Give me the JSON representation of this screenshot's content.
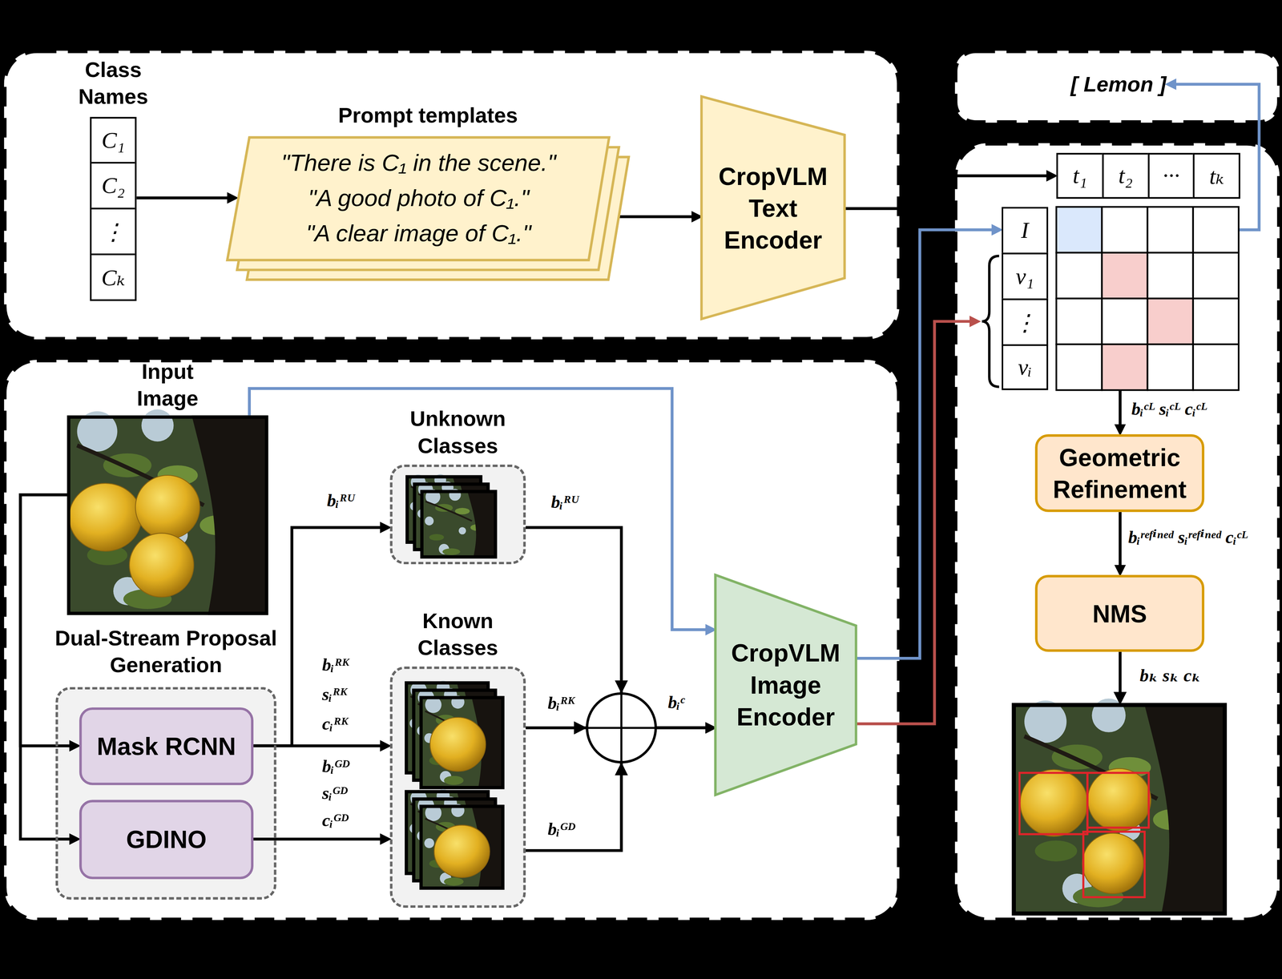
{
  "diagram": {
    "nodes": [
      {
        "text": [
          "Class Names"
        ]
      },
      {
        "text": [
          "C₁"
        ],
        "in": 0
      },
      {
        "text": [
          "C₂"
        ],
        "in": 0
      },
      {
        "text": [
          "⋮"
        ],
        "in": 0
      },
      {
        "text": [
          "Cₖ"
        ],
        "in": 0
      },
      {
        "text": [
          "Prompt templates",
          "\"There is C₁ in the scene.\"",
          "\"A good photo of C₁.\"",
          "\"A clear image of C₁.\""
        ]
      },
      {
        "text": [
          "CropVLM Text Encoder"
        ]
      },
      {
        "text": [
          "[ Lemon ]"
        ]
      },
      {
        "text": [
          "t₁"
        ]
      },
      {
        "text": [
          "t₂"
        ]
      },
      {
        "text": [
          "···"
        ]
      },
      {
        "text": [
          "tₖ"
        ]
      },
      {
        "text": [
          "I"
        ]
      },
      {
        "text": [
          "v₁"
        ]
      },
      {
        "text": [
          "⋮"
        ]
      },
      {
        "text": [
          "vᵢ"
        ]
      },
      {
        "text": [
          "Geometric Refinement"
        ]
      },
      {
        "text": [
          "NMS"
        ]
      },
      {
        "text": [
          "Input Image"
        ]
      },
      {
        "text": [
          "Dual-Stream Proposal Generation"
        ]
      },
      {
        "text": [
          "Mask RCNN"
        ],
        "in": 19
      },
      {
        "text": [
          "GDINO"
        ],
        "in": 19
      },
      {
        "text": [
          "Unknown Classes"
        ]
      },
      {
        "text": [
          "Known Classes"
        ]
      },
      {
        "text": [
          "CropVLM Image Encoder"
        ]
      }
    ],
    "edges": [
      {
        "from": 0,
        "to": 5,
        "arrow": "to"
      },
      {
        "from": 5,
        "to": 6,
        "arrow": "to"
      },
      {
        "from": 6,
        "to": 8,
        "arrow": "to"
      },
      {
        "from": 12,
        "to": 7,
        "arrow": "to"
      },
      {
        "from": 15,
        "to": 16,
        "arrow": "to",
        "label": "bᵢᶜᴸ sᵢᶜᴸ cᵢᶜᴸ"
      },
      {
        "from": 16,
        "to": 17,
        "arrow": "to",
        "label": "bᵢʳᵉᶠⁱⁿᵉᵈ sᵢʳᵉᶠⁱⁿᵉᵈ cᵢᶜᴸ"
      },
      {
        "from": 18,
        "to": 20,
        "arrow": "to"
      },
      {
        "from": 18,
        "to": 21,
        "arrow": "to"
      },
      {
        "from": 18,
        "to": 24,
        "arrow": "to"
      },
      {
        "from": 20,
        "to": 22,
        "arrow": "to",
        "label": "bᵢᴿᵁ"
      },
      {
        "from": 20,
        "to": 23,
        "arrow": "to",
        "label": "bᵢᴿᴷ sᵢᴿᴷ cᵢᴿᴷ"
      },
      {
        "from": 21,
        "to": 23,
        "arrow": "to",
        "label": "bᵢᴳᴰ sᵢᴳᴰ cᵢᴳᴰ"
      },
      {
        "from": 22,
        "to": 24,
        "arrow": "to",
        "label": "bᵢᴿᵁ"
      },
      {
        "from": 23,
        "to": 24,
        "arrow": "to",
        "label": "bᵢᴿᴷ"
      },
      {
        "from": 23,
        "to": 24,
        "arrow": "to",
        "label": "bᵢᴳᴰ"
      },
      {
        "from": 24,
        "to": 12,
        "arrow": "to"
      },
      {
        "from": 24,
        "to": 14,
        "arrow": "to"
      }
    ],
    "labels": [
      "bᵢᶜ",
      "bₖ sₖ cₖ"
    ]
  }
}
